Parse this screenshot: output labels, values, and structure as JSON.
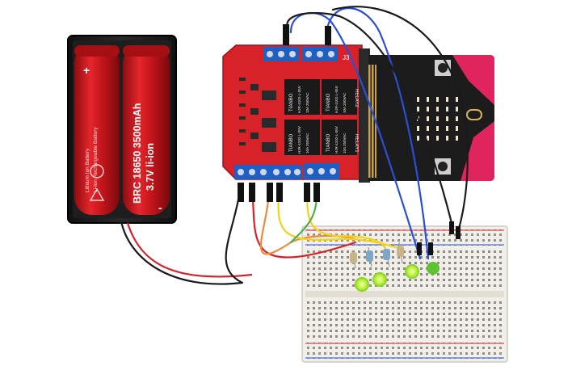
{
  "battery_pack": {
    "cell_left": {
      "brand": "Lithium Ion Battery",
      "line1": "Li-ion Rechargeable Battery"
    },
    "cell_right": {
      "model": "BRC 18650 3500mAh",
      "voltage": "3.7V li-ion"
    },
    "polarity_plus": "+",
    "polarity_minus": "-"
  },
  "relay_shield": {
    "header_label": "J3",
    "relays": [
      {
        "brand": "TIANBO",
        "model": "HJR-4102-L-05V",
        "rating": "10A 250VAC"
      },
      {
        "brand": "TIANBO",
        "model": "HJR-4102-L-05V",
        "rating": "10A 250VAC"
      },
      {
        "brand": "TIANBO",
        "model": "HJR-4102-L-05V",
        "rating": "10A 250VAC"
      },
      {
        "brand": "TIANBO",
        "model": "HJR-4102-L-05V",
        "rating": "10A 250VAC"
      }
    ],
    "relay_labels": [
      "RELAY2",
      "RELAY1"
    ]
  },
  "colors": {
    "board_red": "#d8222a",
    "terminal_blue": "#1f5fc4",
    "battery_red": "#c4161c",
    "battery_holder": "#1a1a1a",
    "microbit_black": "#1c1c1c",
    "microbit_pink": "#e0245e",
    "breadboard": "#f1efe9",
    "led_green": "#aef23a",
    "wire_blue": "#2a4fd6",
    "wire_black": "#1a1a1a",
    "wire_red": "#d8222a",
    "wire_yellow": "#f2d21a",
    "wire_orange": "#ef8a3a",
    "wire_green": "#4caf50"
  }
}
